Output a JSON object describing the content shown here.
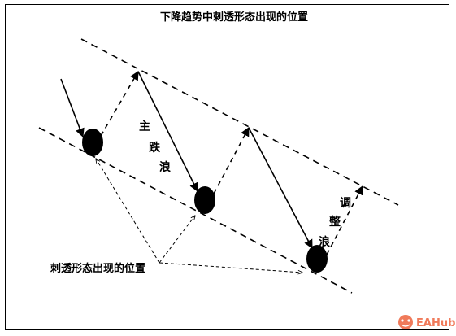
{
  "title": "下降趋势中刺透形态出现的位置",
  "labels": {
    "main_wave": [
      "主",
      "跌",
      "浪"
    ],
    "adjust_wave": [
      "调",
      "整",
      "浪"
    ],
    "pierce_position": "刺透形态出现的位置"
  },
  "watermark": {
    "text": "EAHub",
    "icon": "eahub-logo-icon",
    "color": "#f07a5a"
  }
}
